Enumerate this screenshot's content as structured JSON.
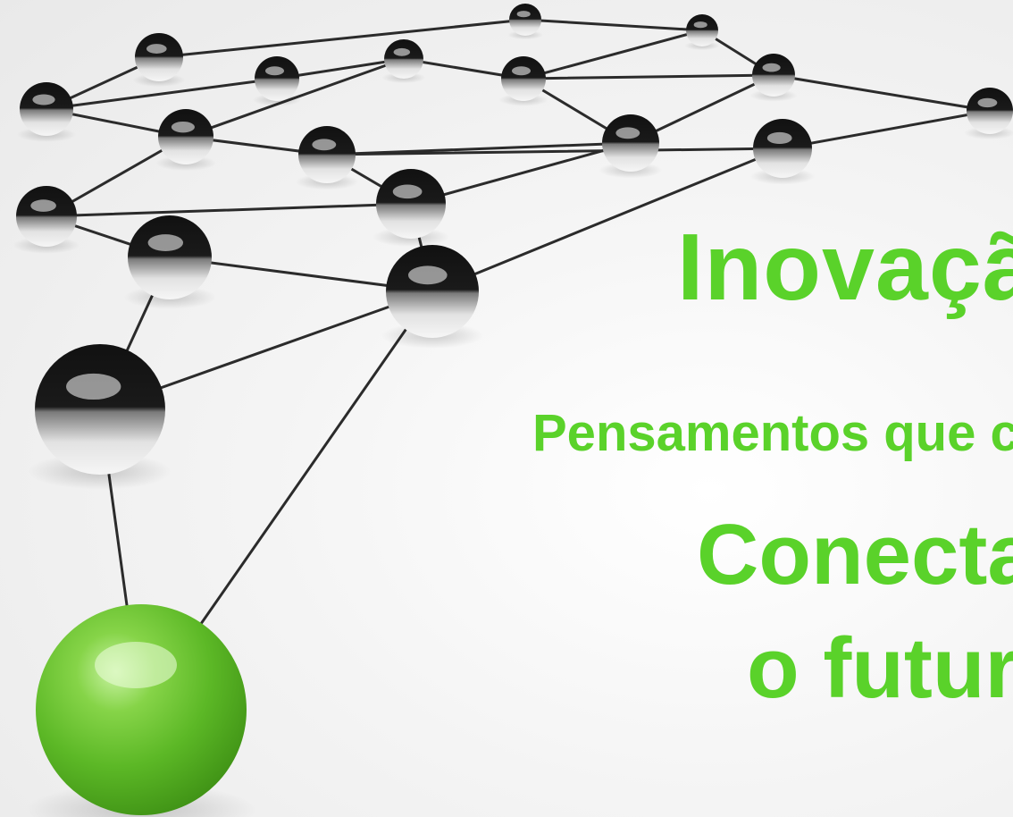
{
  "text": {
    "title": "Inovação",
    "line1": "Pensamentos que conectam",
    "line2": "Conectando",
    "line3": "o futuro"
  },
  "colors": {
    "text_green": "#5ad22a",
    "node_green": "#6cc531",
    "node_silver": "#cfcfcf",
    "edge": "#2b2b2b"
  },
  "graphics": {
    "image_description_icon": "network-of-chrome-spheres-icon",
    "highlight_node_icon": "green-sphere-icon"
  }
}
